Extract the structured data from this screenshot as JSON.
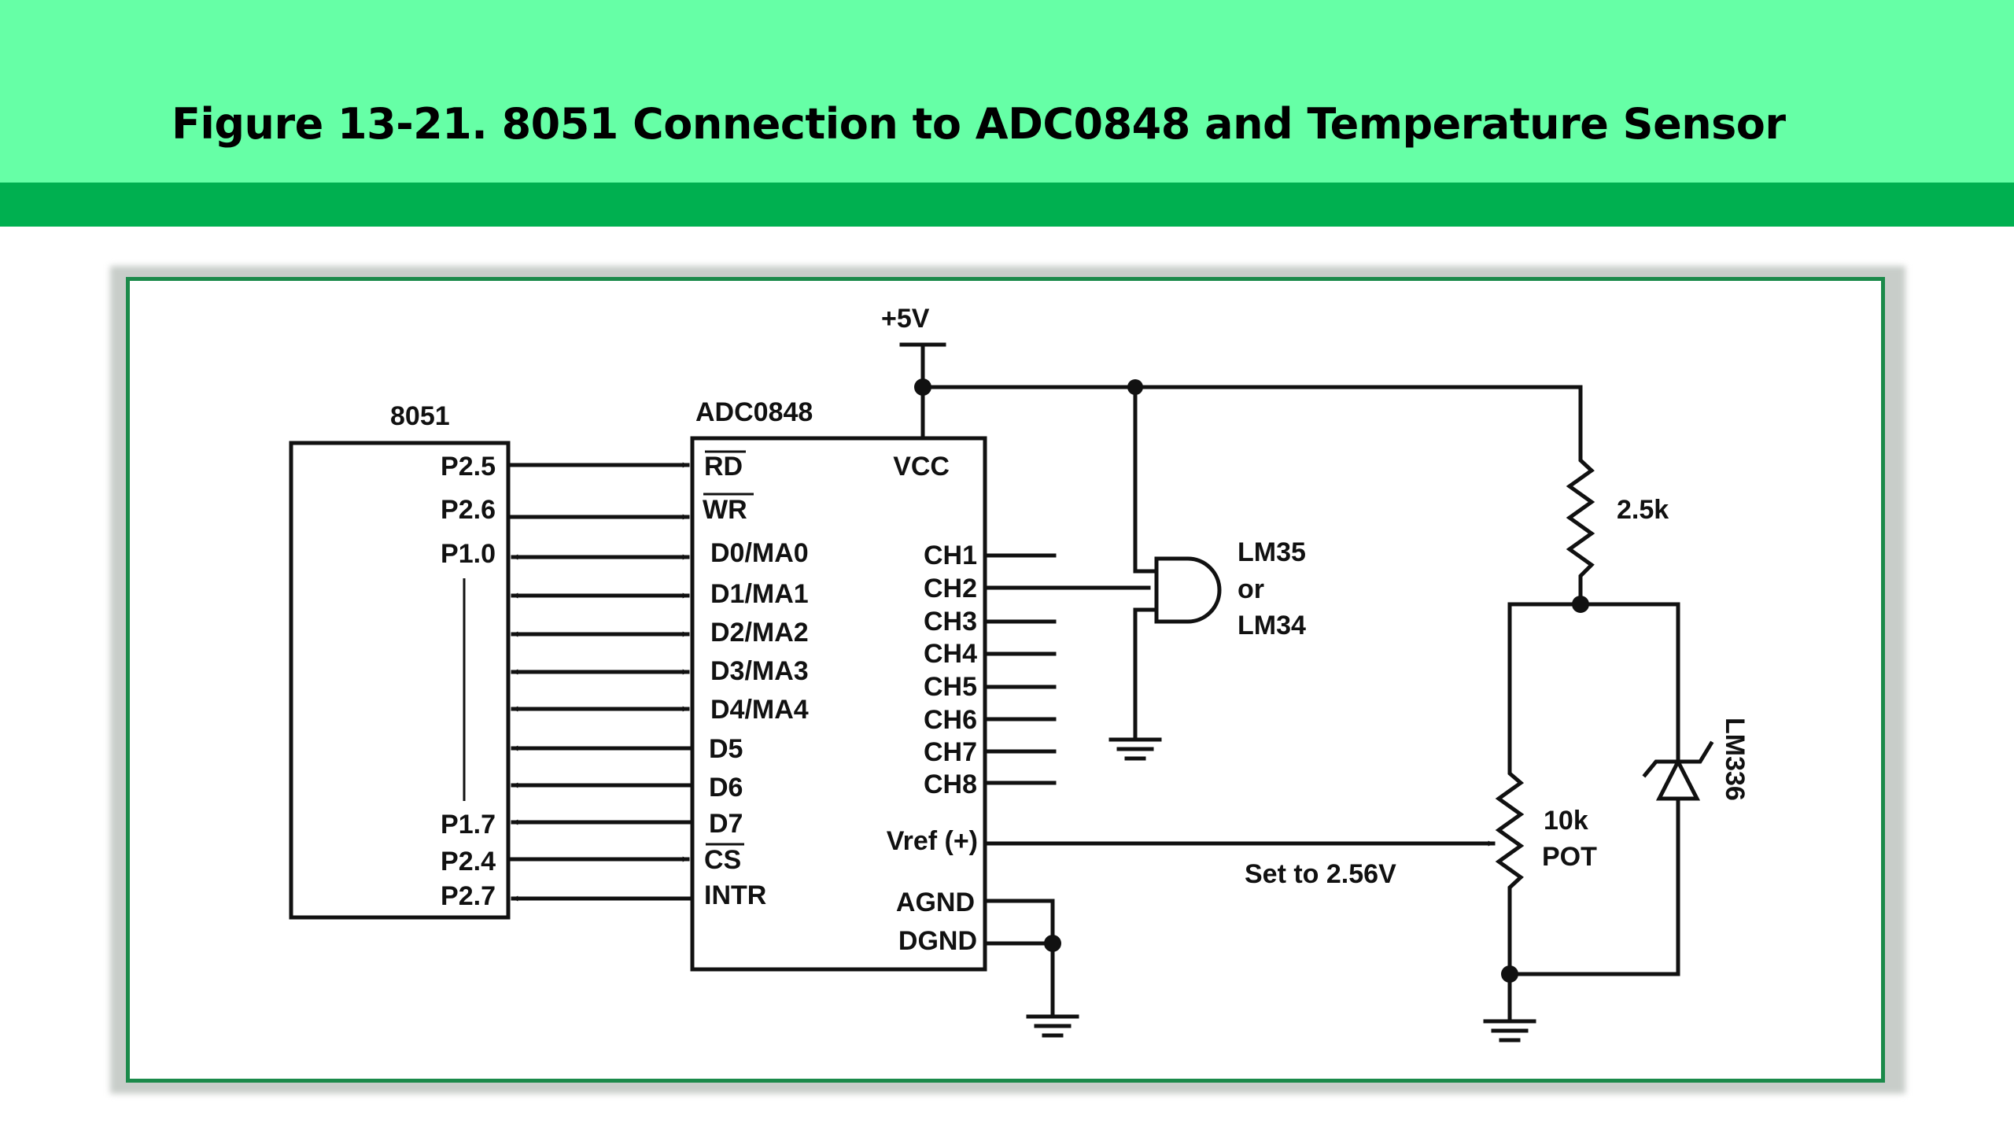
{
  "title": "Figure 13-21. 8051 Connection to ADC0848 and Temperature Sensor",
  "colors": {
    "band": "#66ffa6",
    "accent": "#00b050",
    "frame": "#1b8a4a"
  },
  "mcu": {
    "name": "8051",
    "pins": [
      "P2.5",
      "P2.6",
      "P1.0",
      "P1.7",
      "P2.4",
      "P2.7"
    ]
  },
  "adc": {
    "name": "ADC0848",
    "left_pins": [
      "RD",
      "WR",
      "D0/MA0",
      "D1/MA1",
      "D2/MA2",
      "D3/MA3",
      "D4/MA4",
      "D5",
      "D6",
      "D7",
      "CS",
      "INTR"
    ],
    "vcc": "VCC",
    "channels": [
      "CH1",
      "CH2",
      "CH3",
      "CH4",
      "CH5",
      "CH6",
      "CH7",
      "CH8"
    ],
    "vref": "Vref (+)",
    "agnd": "AGND",
    "dgnd": "DGND"
  },
  "supply": "+5V",
  "sensor": {
    "line1": "LM35",
    "line2": "or",
    "line3": "LM34"
  },
  "resistor": "2.5k",
  "pot": {
    "line1": "10k",
    "line2": "POT"
  },
  "zener": "LM336",
  "vref_note": "Set to 2.56V"
}
